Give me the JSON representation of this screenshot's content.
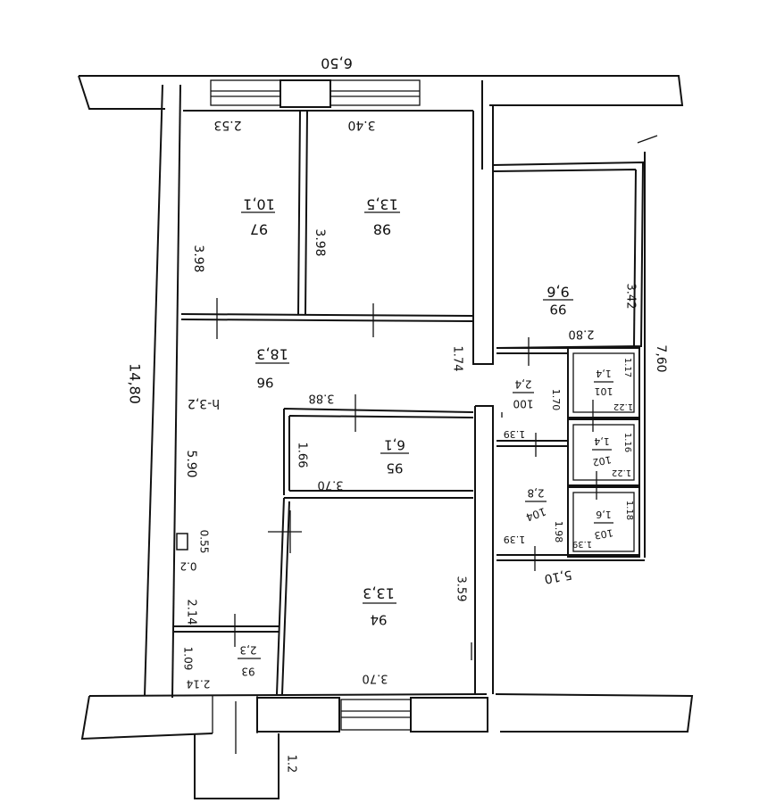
{
  "overall": {
    "top_width": "6,50",
    "side_length": "14,80",
    "side_right": "7,60",
    "bottom_right": "5,10",
    "entry_depth": "1.2"
  },
  "rooms": [
    {
      "id": "97",
      "num": "97",
      "area": "10,1",
      "w": "2.53",
      "h": "3.98"
    },
    {
      "id": "98",
      "num": "98",
      "area": "13,5",
      "w": "3.40",
      "h": "3.98"
    },
    {
      "id": "99",
      "num": "99",
      "area": "9,6",
      "w": "2.80",
      "h": "3.42"
    },
    {
      "id": "96",
      "num": "96",
      "area": "18,3",
      "w": "h-3,2",
      "h": "5.90"
    },
    {
      "id": "95",
      "num": "95",
      "area": "6,1",
      "w": "3.70",
      "h": "1.66"
    },
    {
      "id": "94",
      "num": "94",
      "area": "13,3",
      "w": "3.70",
      "h": "3.59"
    },
    {
      "id": "93",
      "num": "93",
      "area": "2,3",
      "w": "2.14",
      "h": "1.09"
    },
    {
      "id": "100",
      "num": "100",
      "area": "2,4",
      "w": "1.39",
      "h": "1.70"
    },
    {
      "id": "101",
      "num": "101",
      "area": "1,4",
      "w": "1.22",
      "h": "1.17"
    },
    {
      "id": "102",
      "num": "102",
      "area": "1,4",
      "w": "1.22",
      "h": "1.16"
    },
    {
      "id": "103",
      "num": "103",
      "area": "1,6",
      "w": "1.39",
      "h": "1.18"
    },
    {
      "id": "104",
      "num": "104",
      "area": "2,8",
      "w": "1.39",
      "h": "1.98"
    }
  ],
  "misc": {
    "corridor_w": "3.88",
    "corridor_mid": "1.74",
    "niche_w": "0.2",
    "niche_h": "0.55",
    "hall_w": "2.14"
  }
}
